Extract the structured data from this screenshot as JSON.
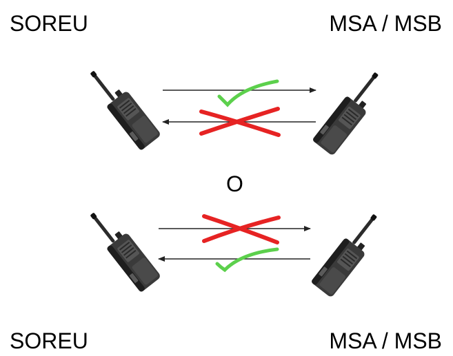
{
  "labels": {
    "top_left": "SOREU",
    "top_right": "MSA / MSB",
    "middle": "O",
    "bottom_left": "SOREU",
    "bottom_right": "MSA / MSB"
  },
  "colors": {
    "check": "#5cd04c",
    "cross": "#e62323",
    "arrow": "#222222",
    "radio_body": "#3a3a3a"
  },
  "scenarios": [
    {
      "forward": "allowed",
      "backward": "blocked"
    },
    {
      "forward": "blocked",
      "backward": "allowed"
    }
  ]
}
